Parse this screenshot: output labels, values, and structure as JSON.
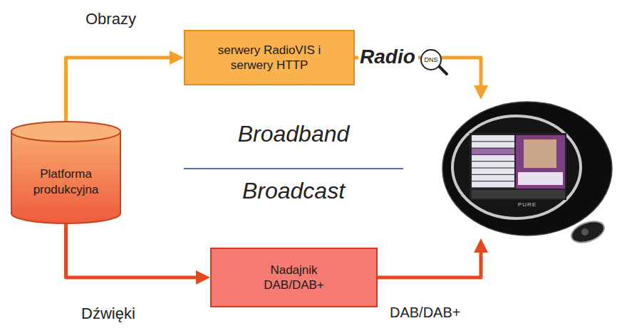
{
  "diagram": {
    "nodes": [
      {
        "text": [
          "Platforma produkcyjna"
        ]
      },
      {
        "text": [
          "serwery RadioVIS i serwery HTTP"
        ]
      },
      {
        "text": [
          "Nadajnik DAB/DAB+"
        ]
      },
      {
        "text": [
          "PURE"
        ]
      }
    ],
    "edges": [
      {
        "from": 0,
        "to": 1,
        "label": "Obrazy",
        "arrow": "to"
      },
      {
        "from": 0,
        "to": 2,
        "label": "Dźwięki",
        "arrow": "to"
      },
      {
        "from": 1,
        "to": 3,
        "arrow": "to"
      },
      {
        "from": 2,
        "to": 3,
        "label": "DAB/DAB+",
        "arrow": "to"
      }
    ],
    "labels": [
      "Radio",
      "DNS",
      "Broadband",
      "Broadcast"
    ]
  }
}
